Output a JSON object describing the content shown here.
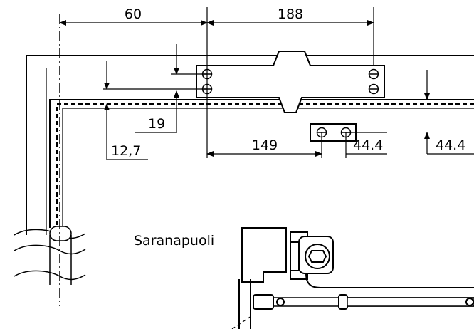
{
  "dimensions": {
    "d60": "60",
    "d188": "188",
    "d19": "19",
    "d12_7": "12,7",
    "d149": "149",
    "d44_4_mid": "44.4",
    "d44_4_right": "44.4"
  },
  "labels": {
    "hinge_side": "Saranapuoli"
  },
  "colors": {
    "line": "#000000",
    "background": "#ffffff"
  }
}
